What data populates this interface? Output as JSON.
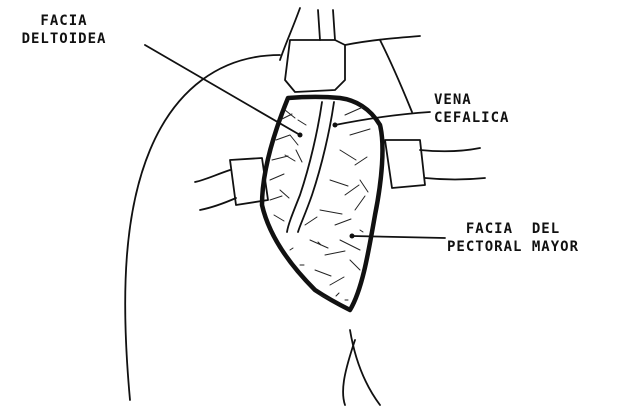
{
  "labels": {
    "fascia_deltoidea": "FACIA\nDELTOIDEA",
    "vena_cefalica": "VENA\nCEFALICA",
    "fascia_pectoral": "FACIA  DEL\nPECTORAL MAYOR"
  }
}
